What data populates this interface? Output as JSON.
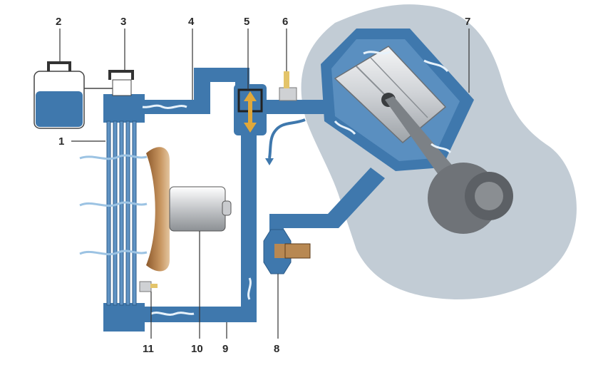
{
  "diagram": {
    "callouts": [
      "1",
      "2",
      "3",
      "4",
      "5",
      "6",
      "7",
      "8",
      "9",
      "10",
      "11"
    ],
    "colors": {
      "coolant": "#3f78ad",
      "coolant_dark": "#2c5b88",
      "engine_block": "#b7c3ce",
      "fan": "#b5804c",
      "thermostat_valve": "#e0a83a",
      "flow_arrow": "#e7f2fb",
      "metal": "#d7d9dc"
    },
    "icons": [
      "expansion-tank-icon",
      "radiator-cap-icon",
      "thermostat-icon",
      "temperature-sensor-icon",
      "water-pump-icon",
      "fan-motor-icon",
      "piston-icon",
      "crankshaft-icon"
    ]
  }
}
